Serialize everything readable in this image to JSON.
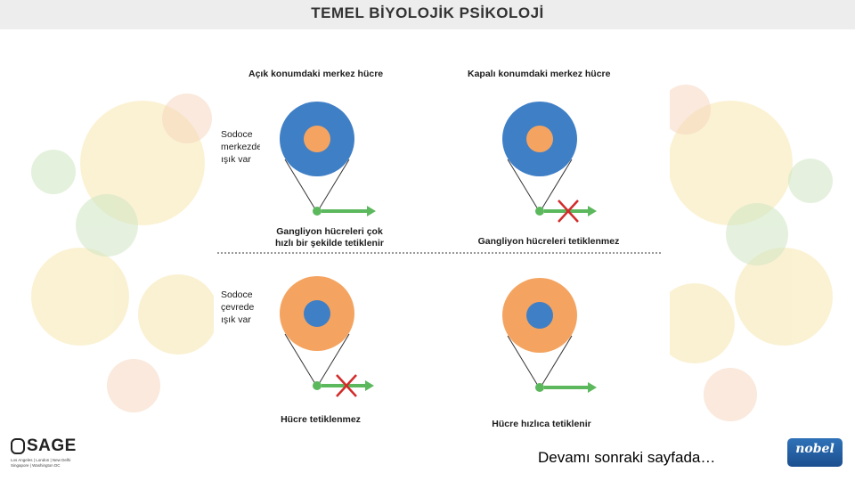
{
  "header": {
    "title": "TEMEL BİYOLOJİK PSİKOLOJİ"
  },
  "figure": {
    "top_left": {
      "title": "Açık konumdaki merkez hücre",
      "side_note": "Sodoce\nmerkezde\nışık var",
      "caption_line1": "Gangliyon hücreleri çok",
      "caption_line2": "hızlı bir şekilde tetiklenir"
    },
    "top_right": {
      "title": "Kapalı konumdaki merkez hücre",
      "caption": "Gangliyon hücreleri tetiklenmez"
    },
    "bottom_left": {
      "side_note": "Sodoce\nçevrede\nışık var",
      "caption": "Hücre tetiklenmez"
    },
    "bottom_right": {
      "caption": "Hücre hızlıca tetiklenir"
    },
    "colors": {
      "blue": "#3f7fc6",
      "orange": "#f4a460",
      "green": "#5cb85c",
      "cross": "#d22a2a"
    }
  },
  "footer": {
    "sage_logo": "SAGE",
    "sage_cities": "Los Angeles | London | New Delhi\nSingapore | Washington DC",
    "continue_text": "Devamı sonraki sayfada…",
    "nobel_logo": "nobel"
  }
}
